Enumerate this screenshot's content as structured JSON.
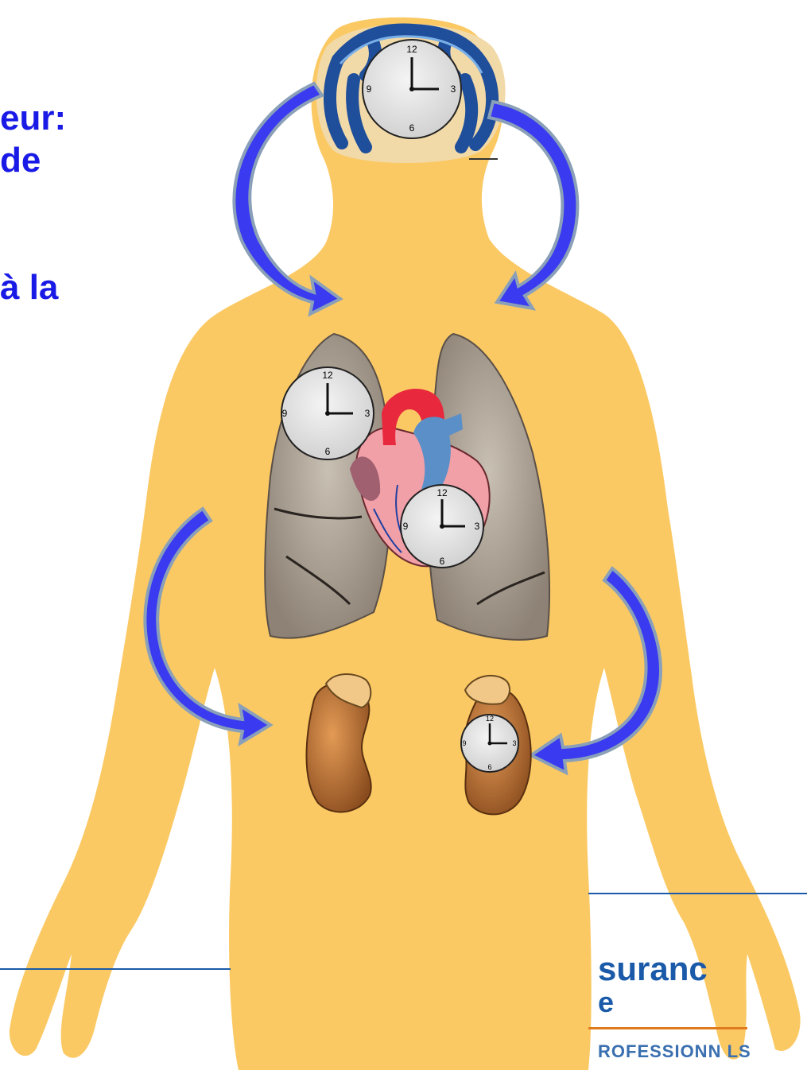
{
  "slide": {
    "text_lines": [
      "eur:",
      "de",
      "à la"
    ]
  },
  "clocks": {
    "numerals": [
      "12",
      "3",
      "6",
      "9"
    ]
  },
  "logo": {
    "line1": "suranc",
    "line2": "e",
    "line3": "ROFESSIONN LS"
  },
  "colors": {
    "background": "#ffffff",
    "body_silhouette": "#fbc964",
    "text": "#1a1ae6",
    "arrow": "#3a3af0",
    "arrow_outline": "#8aa0b8",
    "lung": "#a59a8c",
    "heart_red": "#e8283c",
    "heart_blue": "#5a8fc8",
    "kidney": "#c27a3e",
    "clock_face": "#e8e8e8",
    "brain": "#2a5aa0",
    "logo_blue": "#1a5aa8"
  },
  "icons": [
    "brain-icon",
    "lungs-icon",
    "heart-icon",
    "kidney-icon",
    "clock-icon",
    "curved-arrow-icon"
  ]
}
